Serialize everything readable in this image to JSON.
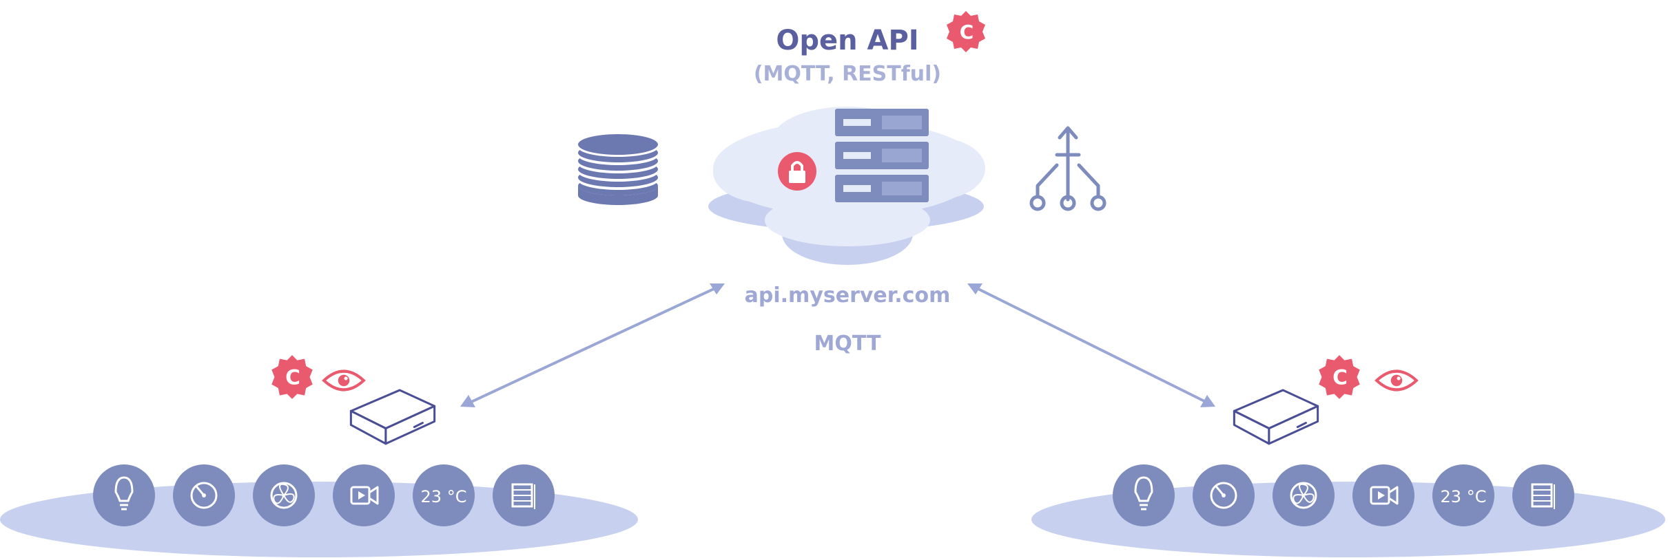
{
  "header": {
    "title": "Open API",
    "subtitle": "(MQTT, RESTful)"
  },
  "server": {
    "host": "api.myserver.com",
    "protocol": "MQTT"
  },
  "colors": {
    "primary": "#7e8bbd",
    "dark": "#5a5fa0",
    "light": "#c7d1ef",
    "cloud": "#e6ebf9",
    "accent": "#ea5a6e"
  },
  "hubs": [
    {
      "badges": [
        "certified-badge-icon",
        "eye-icon"
      ],
      "devices": [
        {
          "icon": "lightbulb-icon"
        },
        {
          "icon": "dial-icon"
        },
        {
          "icon": "fan-icon"
        },
        {
          "icon": "camera-icon"
        },
        {
          "icon": "thermostat-icon",
          "label": "23 °C"
        },
        {
          "icon": "blinds-icon"
        }
      ]
    },
    {
      "badges": [
        "certified-badge-icon",
        "eye-icon"
      ],
      "devices": [
        {
          "icon": "lightbulb-icon"
        },
        {
          "icon": "dial-icon"
        },
        {
          "icon": "fan-icon"
        },
        {
          "icon": "camera-icon"
        },
        {
          "icon": "thermostat-icon",
          "label": "23 °C"
        },
        {
          "icon": "blinds-icon"
        }
      ]
    }
  ]
}
